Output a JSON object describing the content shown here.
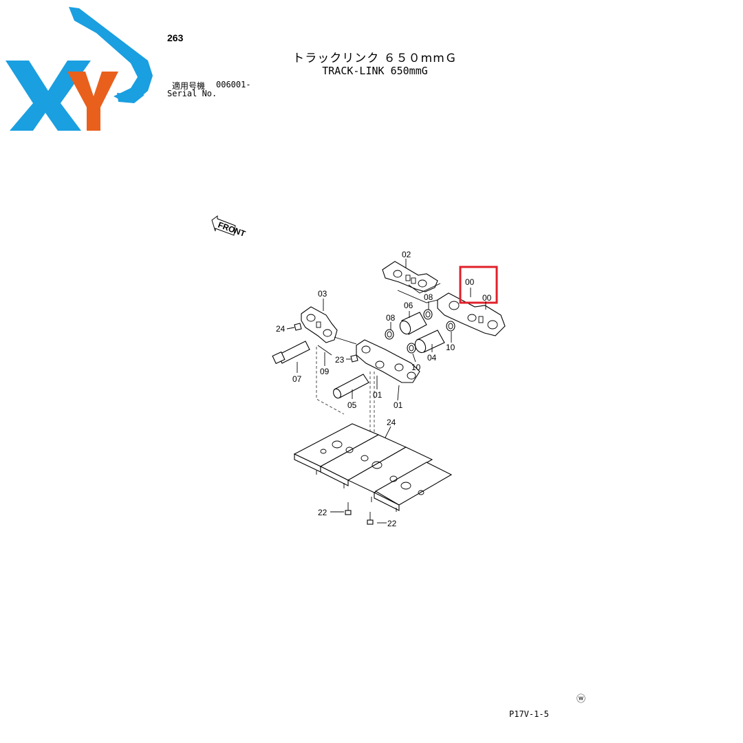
{
  "header": {
    "page_number": "263",
    "title_jp": "トラックリンク ６５０mmＧ",
    "title_en": "TRACK-LINK 650mmG",
    "serial_label_jp": "適用号機",
    "serial_value": "006001-",
    "serial_label_en": "Serial No."
  },
  "logo": {
    "text": "XY",
    "colors": {
      "x": "#1a9fe0",
      "y": "#e8601c",
      "excavator": "#1a9fe0"
    }
  },
  "diagram": {
    "front_label": "FRONT",
    "highlight_color": "#e0202a",
    "callouts": {
      "c00a": "00",
      "c00b": "00",
      "c01a": "01",
      "c01b": "01",
      "c02": "02",
      "c03": "03",
      "c04": "04",
      "c05": "05",
      "c06": "06",
      "c07": "07",
      "c08a": "08",
      "c08b": "08",
      "c09": "09",
      "c10a": "10",
      "c10b": "10",
      "c22a": "22",
      "c22b": "22",
      "c23": "23",
      "c24a": "24",
      "c24b": "24"
    }
  },
  "footer": {
    "copyright": "ⓦ",
    "page_code": "P17V-1-5"
  }
}
